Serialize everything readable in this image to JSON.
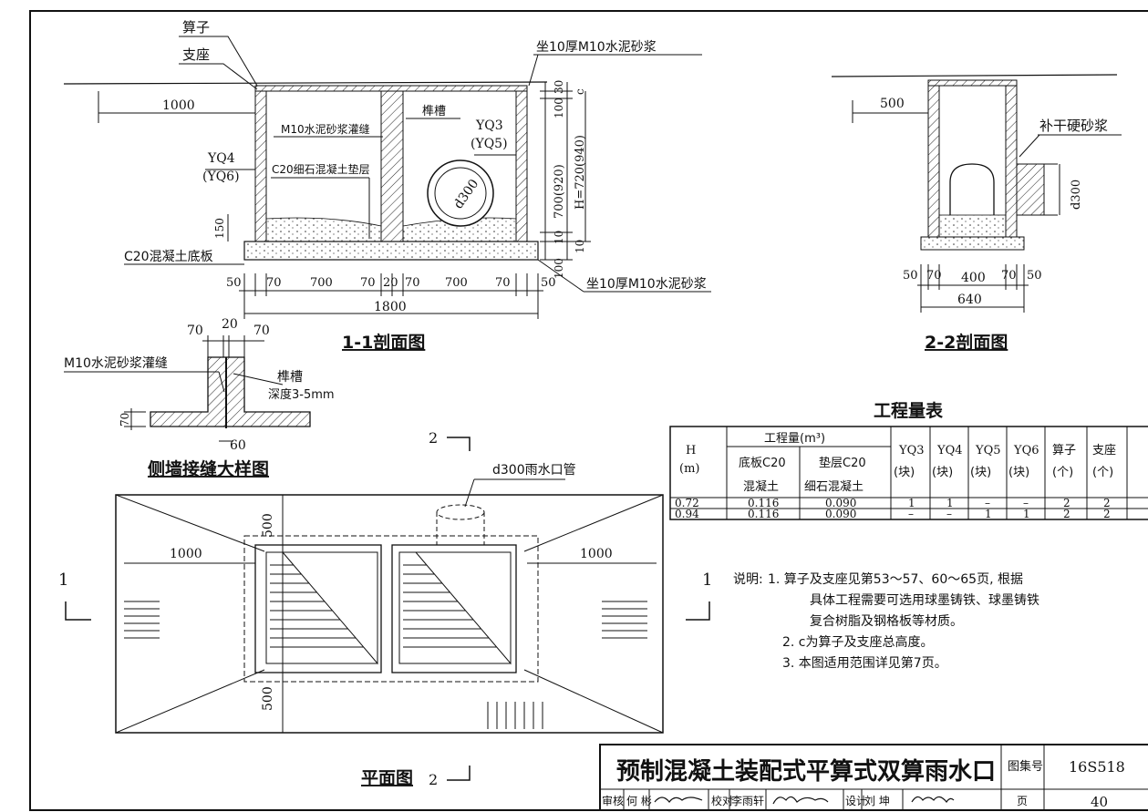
{
  "section_1_1": {
    "title": "1-1剖面图",
    "labels": {
      "grate": "算子",
      "support": "支座",
      "bed_top": "坐10厚M10水泥砂浆",
      "bed_bottom": "坐10厚M10水泥砂浆",
      "joint_fill": "M10水泥砂浆灌缝",
      "cushion": "C20细石混凝土垫层",
      "tenon": "榫槽",
      "yq_right": "YQ3",
      "yq_right_alt": "(YQ5)",
      "yq_left": "YQ4",
      "yq_left_alt": "(YQ6)",
      "base_slab": "C20混凝土底板",
      "pipe": "d300"
    },
    "dims": {
      "left_extent": "1000",
      "v30": "30",
      "vc": "c",
      "v100": "100",
      "v700": "700(920)",
      "vH": "H=720(940)",
      "v10a": "10",
      "v10b": "10",
      "v100b": "100",
      "v150": "150",
      "b50a": "50",
      "b70a": "70",
      "b700a": "700",
      "b70b": "70",
      "b20": "20",
      "b70c": "70",
      "b700b": "700",
      "b70d": "70",
      "b50b": "50",
      "total": "1800"
    }
  },
  "section_2_2": {
    "title": "2-2剖面图",
    "labels": {
      "dry_mortar": "补干硬砂浆",
      "pipe": "d300"
    },
    "dims": {
      "left": "500",
      "b50a": "50",
      "b70a": "70",
      "b400": "400",
      "b70b": "70",
      "b50b": "50",
      "total": "640"
    }
  },
  "joint_detail": {
    "title": "侧墙接缝大样图",
    "labels": {
      "fill": "M10水泥砂浆灌缝",
      "tenon": "榫槽",
      "depth": "深度3-5mm"
    },
    "dims": {
      "d70a": "70",
      "d20": "20",
      "d70b": "70",
      "d70v": "70",
      "d60": "60"
    }
  },
  "plan": {
    "title": "平面图",
    "pipe_label": "d300雨水口管",
    "dims": {
      "left": "1000",
      "right": "1000",
      "top": "500",
      "bottom": "500"
    },
    "cut_2_top": "2",
    "cut_2_bottom": "2",
    "cut_1_left": "1",
    "cut_1_right": "1"
  },
  "quantity_table": {
    "title": "工程量表",
    "header": {
      "h": "H",
      "h_unit": "(m)",
      "group": "工程量(m³)",
      "base1": "底板C20",
      "base2": "混凝土",
      "cush1": "垫层C20",
      "cush2": "细石混凝土",
      "yq3a": "YQ3",
      "yq3b": "(块)",
      "yq4a": "YQ4",
      "yq4b": "(块)",
      "yq5a": "YQ5",
      "yq5b": "(块)",
      "yq6a": "YQ6",
      "yq6b": "(块)",
      "grate_a": "算子",
      "grate_b": "(个)",
      "sup_a": "支座",
      "sup_b": "(个)"
    },
    "rows": [
      [
        "0.72",
        "0.116",
        "0.090",
        "1",
        "1",
        "–",
        "–",
        "2",
        "2"
      ],
      [
        "0.94",
        "0.116",
        "0.090",
        "–",
        "–",
        "1",
        "1",
        "2",
        "2"
      ]
    ]
  },
  "notes": {
    "prefix": "说明:",
    "n1a": "1. 算子及支座见第53～57、60～65页, 根据",
    "n1b": "具体工程需要可选用球墨铸铁、球墨铸铁",
    "n1c": "复合树脂及钢格板等材质。",
    "n2": "2. c为算子及支座总高度。",
    "n3": "3. 本图适用范围详见第7页。"
  },
  "title_block": {
    "title": "预制混凝土装配式平算式双算雨水口",
    "atlas_label": "图集号",
    "atlas_no": "16S518",
    "page_label": "页",
    "page_no": "40",
    "review": "审核",
    "reviewer": "何 彬",
    "proof": "校对",
    "proofer": "李雨轩",
    "design": "设计",
    "designer": "刘 坤"
  }
}
